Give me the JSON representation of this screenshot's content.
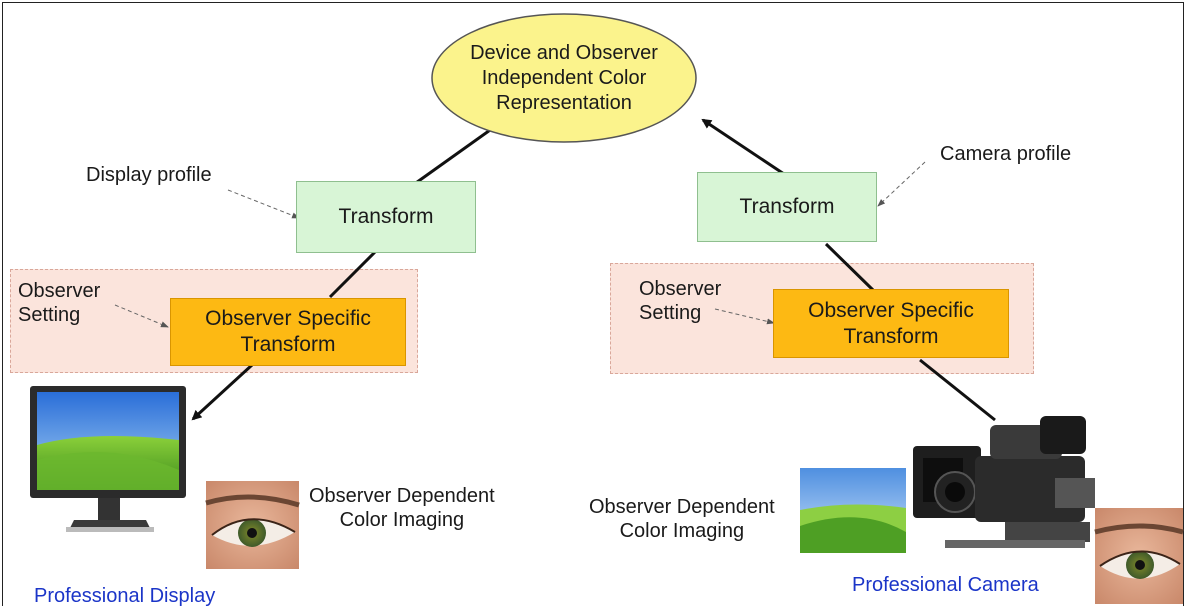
{
  "top_node": {
    "text": "Device and Observer\nIndependent Color\nRepresentation",
    "fill": "#fbf38c"
  },
  "left": {
    "profile_label": "Display profile",
    "transform": "Transform",
    "observer_setting": "Observer\nSetting",
    "observer_transform": "Observer Specific\nTransform",
    "dependent_label": "Observer Dependent\nColor Imaging",
    "device_label": "Professional Display"
  },
  "right": {
    "profile_label": "Camera profile",
    "transform": "Transform",
    "observer_setting": "Observer\nSetting",
    "observer_transform": "Observer Specific\nTransform",
    "dependent_label": "Observer Dependent\nColor Imaging",
    "device_label": "Professional Camera"
  },
  "colors": {
    "transform_fill": "#d8f5d6",
    "observer_fill": "#fdb913",
    "region_fill": "#fbe4dc",
    "device_label": "#1b35c8"
  }
}
